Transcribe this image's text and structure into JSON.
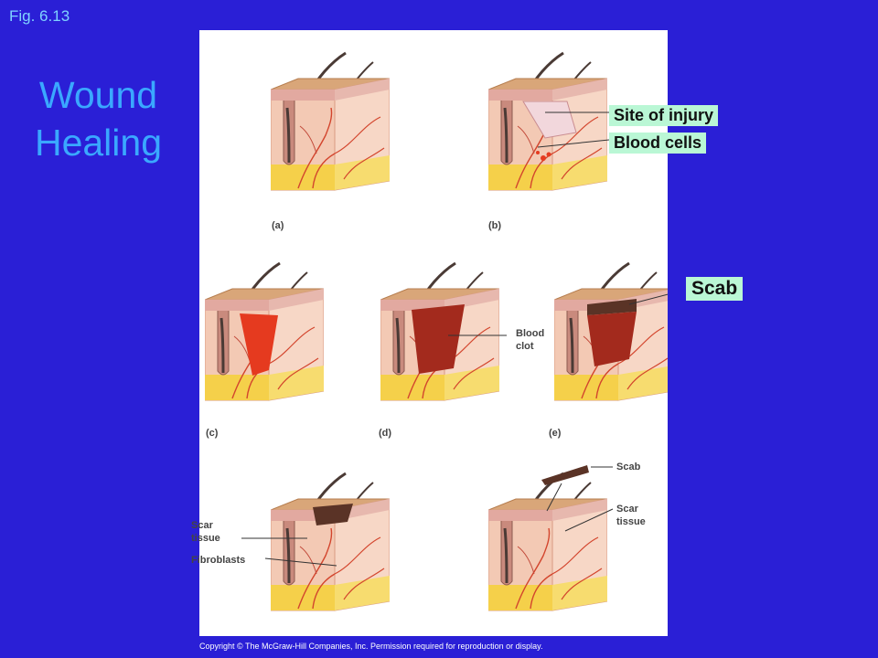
{
  "fig_label": "Fig. 6.13",
  "title_line1": "Wound",
  "title_line2": "Healing",
  "callouts": {
    "site_of_injury": "Site of injury",
    "blood_cells": "Blood cells",
    "scab": "Scab"
  },
  "panel_labels": {
    "a": "(a)",
    "b": "(b)",
    "c": "(c)",
    "d": "(d)",
    "e": "(e)"
  },
  "small_labels": {
    "blood": "Blood",
    "clot": "clot",
    "scab": "Scab",
    "scar": "Scar",
    "tissue": "tissue",
    "scar_f": "Scar",
    "tissue_f": "tissue",
    "fibroblasts": "Fibroblasts"
  },
  "copyright": "Copyright © The McGraw-Hill Companies, Inc. Permission required for reproduction or display.",
  "colors": {
    "background": "#2a1fd6",
    "title": "#3aa8ff",
    "fig_label": "#7fd3ff",
    "callout_bg": "#baf7d5",
    "skin": "#f3c9b4",
    "epidermis": "#d9a679",
    "fat": "#f5d04a",
    "blood": "#e53a1f",
    "clot": "#a32a1d",
    "scab": "#5a3326"
  }
}
